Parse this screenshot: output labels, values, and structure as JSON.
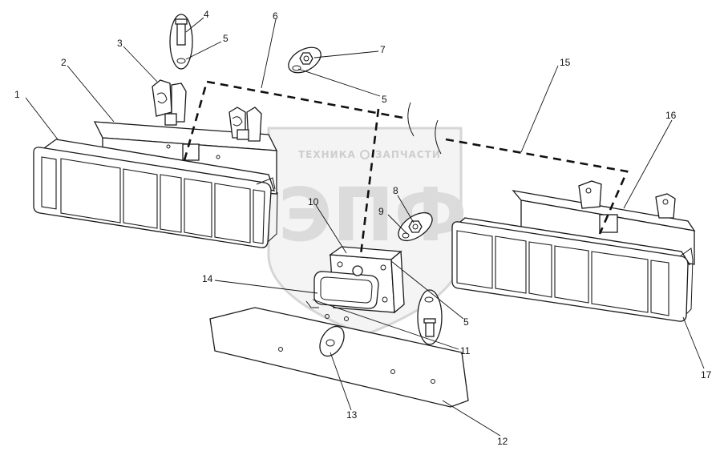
{
  "watermark": {
    "line1": "ТЕХНИКА",
    "line2": "ЗАПЧАСТИ",
    "logo": "ЭПФ"
  },
  "callouts": [
    {
      "id": "c1",
      "label": "1"
    },
    {
      "id": "c2",
      "label": "2"
    },
    {
      "id": "c3",
      "label": "3"
    },
    {
      "id": "c4",
      "label": "4"
    },
    {
      "id": "c5a",
      "label": "5"
    },
    {
      "id": "c6",
      "label": "6"
    },
    {
      "id": "c7",
      "label": "7"
    },
    {
      "id": "c5b",
      "label": "5"
    },
    {
      "id": "c15",
      "label": "15"
    },
    {
      "id": "c16",
      "label": "16"
    },
    {
      "id": "c8",
      "label": "8"
    },
    {
      "id": "c9",
      "label": "9"
    },
    {
      "id": "c10",
      "label": "10"
    },
    {
      "id": "c14",
      "label": "14"
    },
    {
      "id": "c5c",
      "label": "5"
    },
    {
      "id": "c11",
      "label": "11"
    },
    {
      "id": "c13",
      "label": "13"
    },
    {
      "id": "c12",
      "label": "12"
    },
    {
      "id": "c17",
      "label": "17"
    }
  ]
}
